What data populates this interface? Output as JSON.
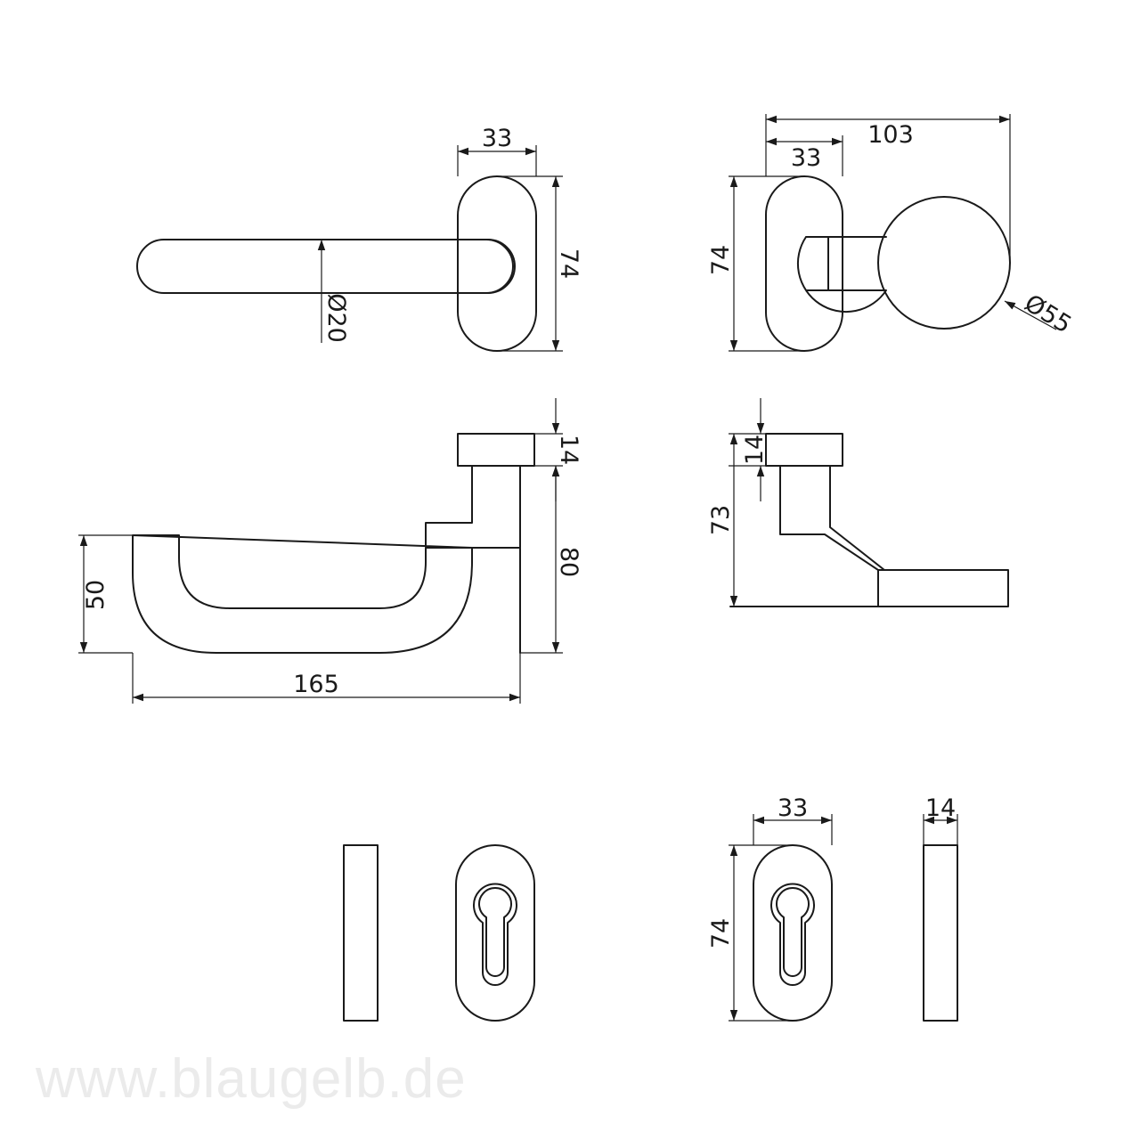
{
  "views": {
    "lever_top": {
      "width": "33",
      "height": "74",
      "diameter": "Ø20"
    },
    "knob_top": {
      "overall": "103",
      "width": "33",
      "height": "74",
      "diameter": "Ø55"
    },
    "lever_side": {
      "rose": "14",
      "height": "80",
      "projection": "50",
      "length": "165"
    },
    "knob_side": {
      "rose": "14",
      "height": "73"
    },
    "escutcheon": {
      "width": "33",
      "height": "74",
      "thickness": "14"
    }
  },
  "watermark": "www.blaugelb.de"
}
